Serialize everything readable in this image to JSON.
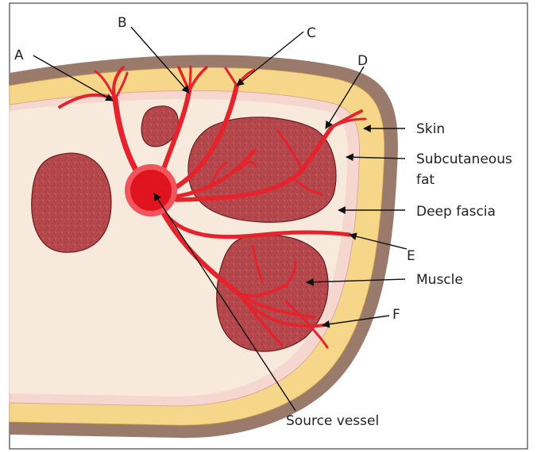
{
  "colors": {
    "vessel": "#e5232d",
    "vessel_dark": "#c61b24",
    "skin": "#9a7a6a",
    "subcutaneous_fat": "#f6d78a",
    "fascia": "#f6d7cf",
    "tissue": "#f7e9dc",
    "muscle": "#b5484d",
    "outline": "#6b1a1a"
  },
  "labels": {
    "a": "A",
    "b": "B",
    "c": "C",
    "d": "D",
    "e": "E",
    "f": "F",
    "skin": "Skin",
    "subcutaneous_fat_line1": "Subcutaneous",
    "subcutaneous_fat_line2": "fat",
    "deep_fascia": "Deep fascia",
    "muscle": "Muscle",
    "source_vessel": "Source vessel"
  }
}
